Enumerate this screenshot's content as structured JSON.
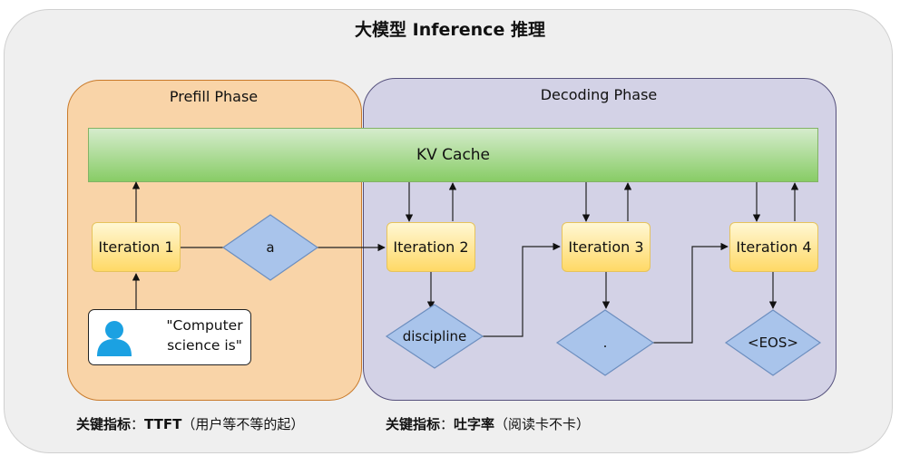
{
  "title": "大模型 Inference 推理",
  "prefill": {
    "label": "Prefill Phase"
  },
  "decoding": {
    "label": "Decoding Phase"
  },
  "kv_cache": {
    "label": "KV Cache"
  },
  "iterations": [
    "Iteration 1",
    "Iteration 2",
    "Iteration 3",
    "Iteration 4"
  ],
  "tokens": [
    "a",
    "discipline",
    ".",
    "<EOS>"
  ],
  "prompt": {
    "line1": "\"Computer",
    "line2": "science is\""
  },
  "metrics": {
    "prefill": {
      "key": "关键指标",
      "sep": "：",
      "value": "TTFT",
      "note": "（用户等不等的起）"
    },
    "decoding": {
      "key": "关键指标",
      "sep": "：",
      "value": "吐字率",
      "note": "（阅读卡不卡）"
    }
  },
  "colors": {
    "prefill_fill": "#f9d4a8",
    "prefill_border": "#c97a2a",
    "decoding_fill": "#d3d2e6",
    "decoding_border": "#56517d",
    "kv_fill": "#88cc66",
    "iteration_fill": "#ffd966",
    "diamond_fill": "#a9c4eb",
    "diamond_border": "#6c8ebf",
    "user_icon": "#1ba1e2"
  },
  "icons": {
    "user": "user-icon"
  }
}
